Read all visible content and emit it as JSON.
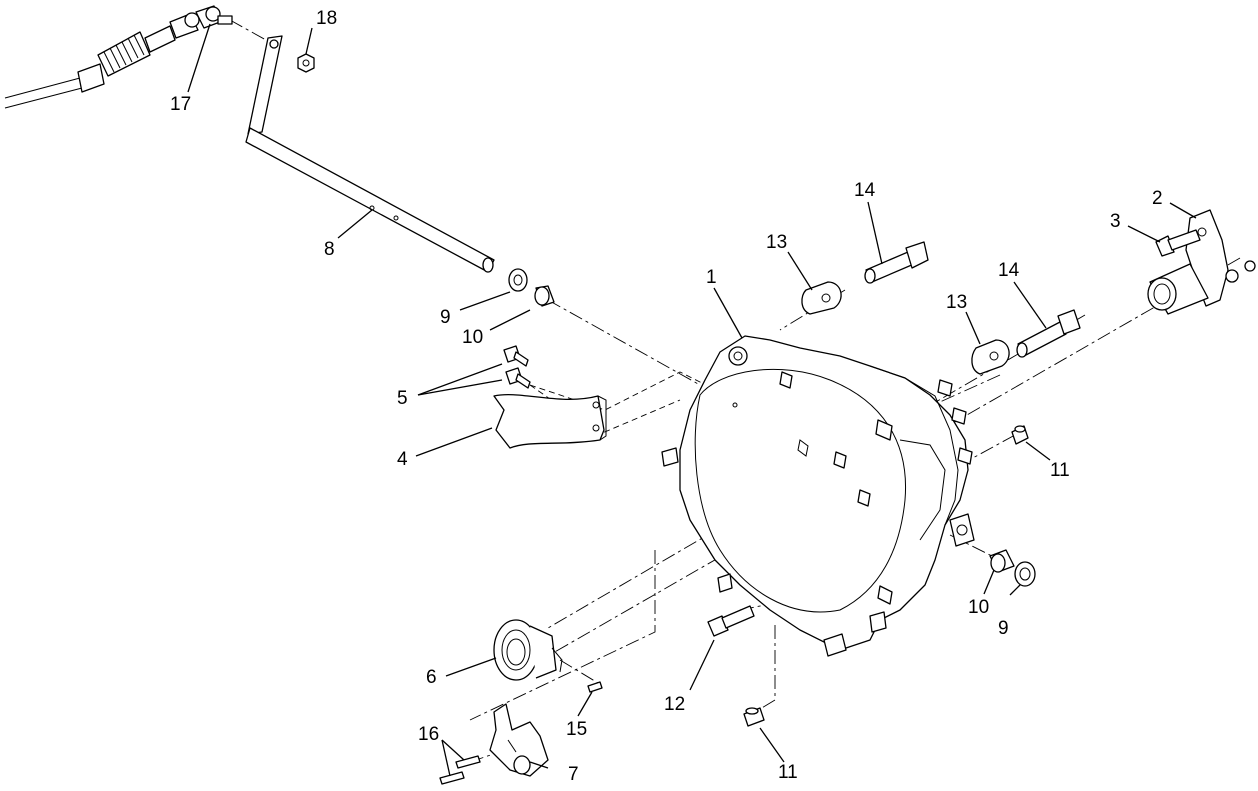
{
  "diagram": {
    "callouts": [
      {
        "id": "c1",
        "label": "1"
      },
      {
        "id": "c2",
        "label": "2"
      },
      {
        "id": "c3",
        "label": "3"
      },
      {
        "id": "c4",
        "label": "4"
      },
      {
        "id": "c5",
        "label": "5"
      },
      {
        "id": "c6",
        "label": "6"
      },
      {
        "id": "c7",
        "label": "7"
      },
      {
        "id": "c8",
        "label": "8"
      },
      {
        "id": "c9a",
        "label": "9"
      },
      {
        "id": "c9b",
        "label": "9"
      },
      {
        "id": "c10a",
        "label": "10"
      },
      {
        "id": "c10b",
        "label": "10"
      },
      {
        "id": "c11a",
        "label": "11"
      },
      {
        "id": "c11b",
        "label": "11"
      },
      {
        "id": "c12",
        "label": "12"
      },
      {
        "id": "c13a",
        "label": "13"
      },
      {
        "id": "c13b",
        "label": "13"
      },
      {
        "id": "c14a",
        "label": "14"
      },
      {
        "id": "c14b",
        "label": "14"
      },
      {
        "id": "c15",
        "label": "15"
      },
      {
        "id": "c16",
        "label": "16"
      },
      {
        "id": "c17",
        "label": "17"
      },
      {
        "id": "c18",
        "label": "18"
      }
    ]
  }
}
